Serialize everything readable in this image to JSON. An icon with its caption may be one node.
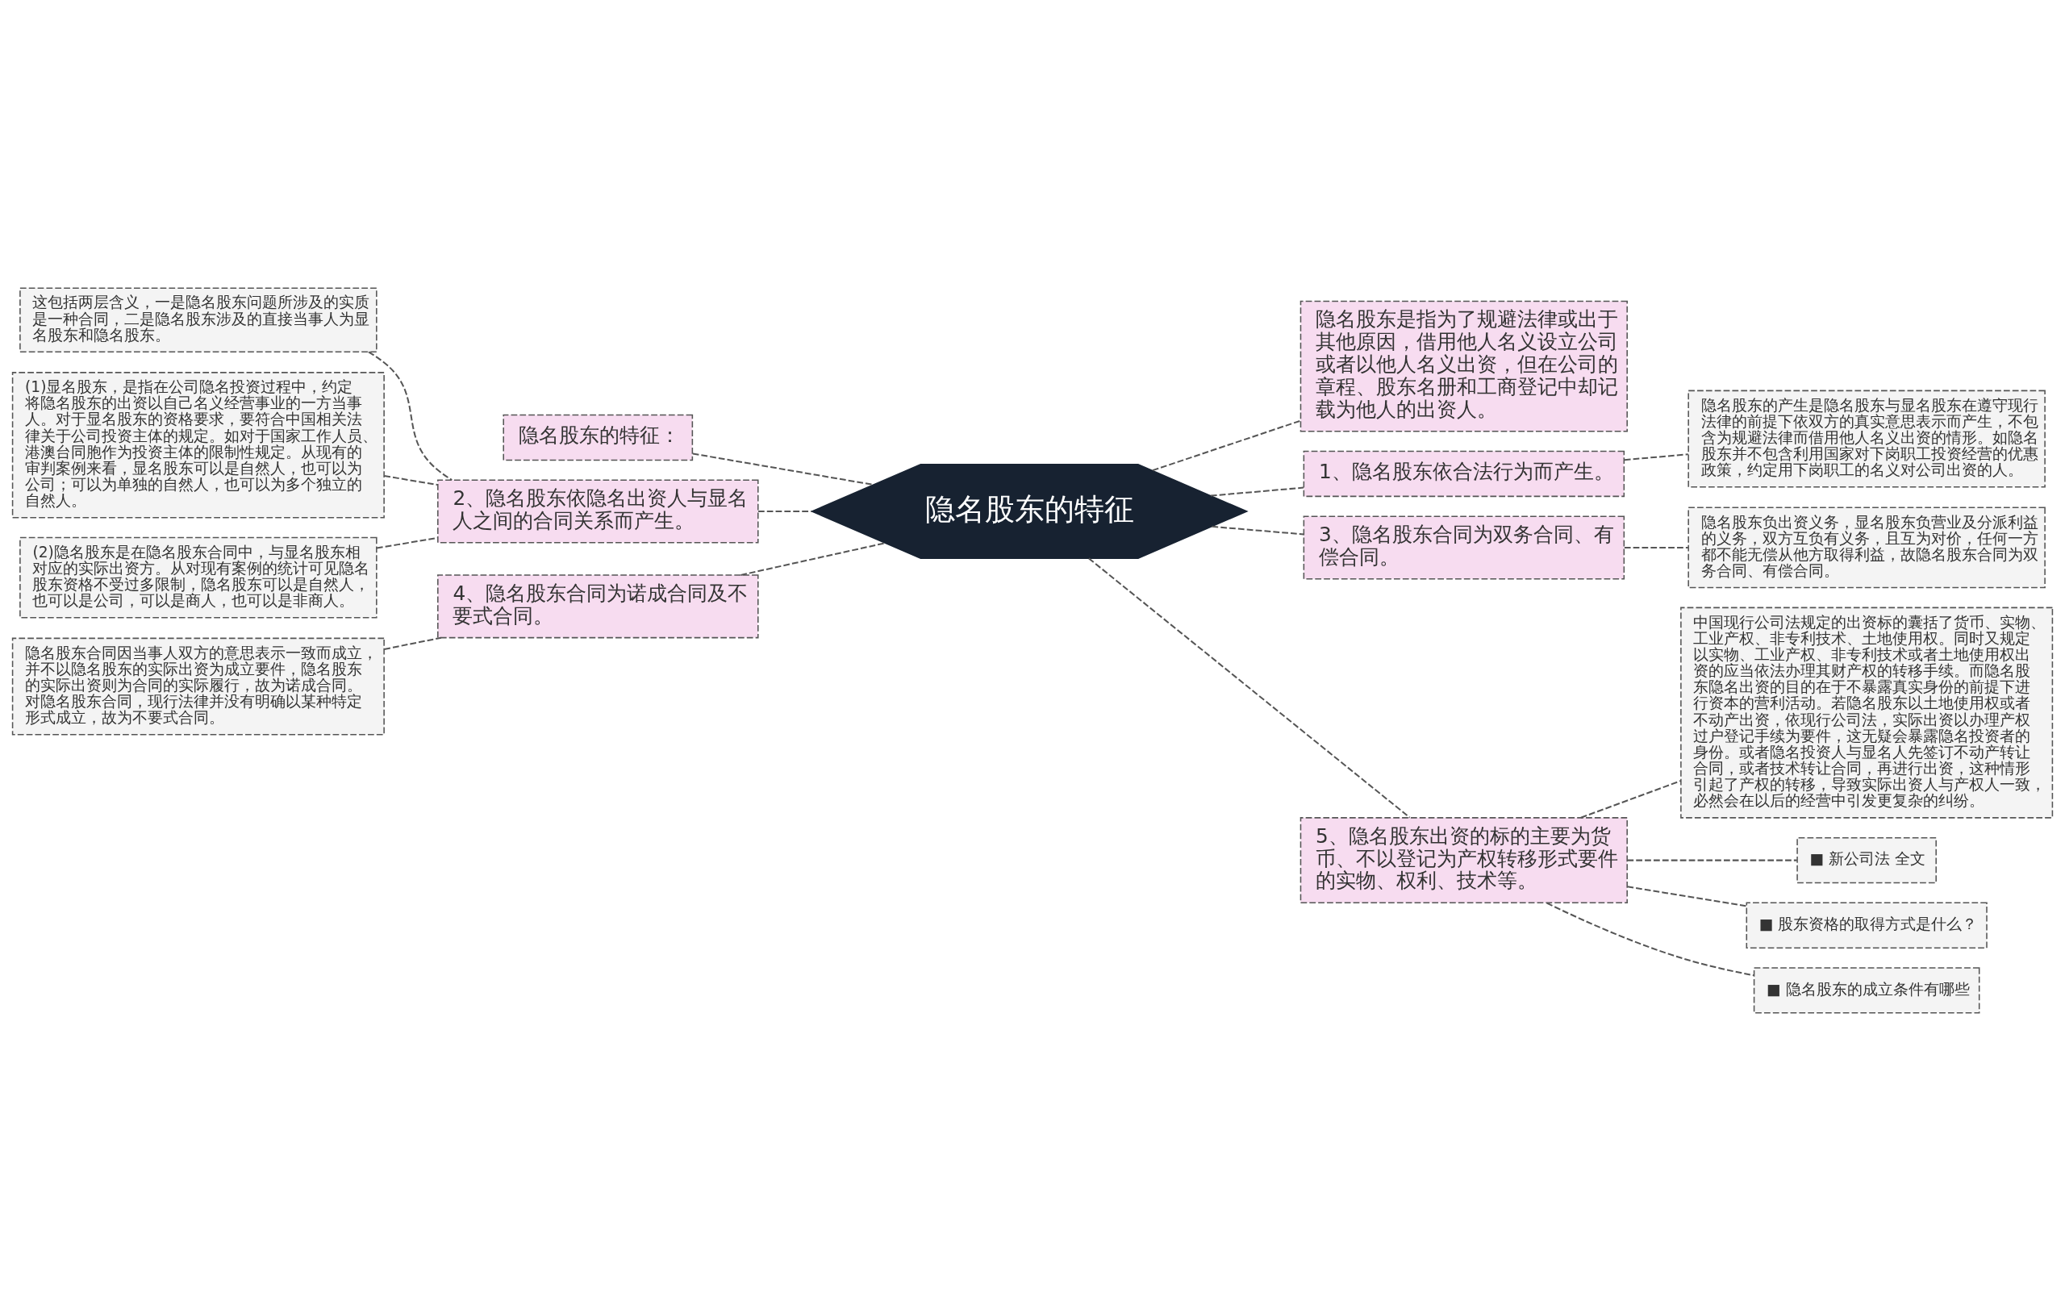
{
  "diagram": {
    "nodes": [
      {
        "text": [
          "隐名股东的特征"
        ]
      },
      {
        "text": [
          "隐名股东的特征："
        ]
      },
      {
        "text": [
          "2、隐名股东依隐名出资人与显名人之间的合同关系而产生。"
        ]
      },
      {
        "text": [
          "这包括两层含义，一是隐名股东问题所涉及的实质是一种合同，二是隐名股东涉及的直接当事人为显名股东和隐名股东。"
        ]
      },
      {
        "text": [
          "(1)显名股东，是指在公司隐名投资过程中，约定将隐名股东的出资以自己名义经营事业的一方当事人。对于显名股东的资格要求，要符合中国相关法律关于公司投资主体的规定。如对于国家工作人员、港澳台同胞作为投资主体的限制性规定。从现有的审判案例来看，显名股东可以是自然人，也可以为公司；可以为单独的自然人，也可以为多个独立的自然人。"
        ]
      },
      {
        "text": [
          "(2)隐名股东是在隐名股东合同中，与显名股东相对应的实际出资方。从对现有案例的统计可见隐名股东资格不受过多限制，隐名股东可以是自然人，也可以是公司，可以是商人，也可以是非商人。"
        ]
      },
      {
        "text": [
          "4、隐名股东合同为诺成合同及不要式合同。"
        ]
      },
      {
        "text": [
          "隐名股东合同因当事人双方的意思表示一致而成立，并不以隐名股东的实际出资为成立要件，隐名股东的实际出资则为合同的实际履行，故为诺成合同。对隐名股东合同，现行法律并没有明确以某种特定形式成立，故为不要式合同。"
        ]
      },
      {
        "text": [
          "隐名股东是指为了规避法律或出于其他原因，借用他人名义设立公司或者以他人名义出资，但在公司的章程、股东名册和工商登记中却记载为他人的出资人。"
        ]
      },
      {
        "text": [
          "1、隐名股东依合法行为而产生。"
        ]
      },
      {
        "text": [
          "隐名股东的产生是隐名股东与显名股东在遵守现行法律的前提下依双方的真实意思表示而产生，不包含为规避法律而借用他人名义出资的情形。如隐名股东并不包含利用国家对下岗职工投资经营的优惠政策，约定用下岗职工的名义对公司出资的人。"
        ]
      },
      {
        "text": [
          "3、隐名股东合同为双务合同、有偿合同。"
        ]
      },
      {
        "text": [
          "隐名股东负出资义务，显名股东负营业及分派利益的义务，双方互负有义务，且互为对价，任何一方都不能无偿从他方取得利益，故隐名股东合同为双务合同、有偿合同。"
        ]
      },
      {
        "text": [
          "5、隐名股东出资的标的主要为货币、不以登记为产权转移形式要件的实物、权利、技术等。"
        ]
      },
      {
        "text": [
          "中国现行公司法规定的出资标的囊括了货币、实物、工业产权、非专利技术、土地使用权。同时又规定以实物、工业产权、非专利技术或者土地使用权出资的应当依法办理其财产权的转移手续。而隐名股东隐名出资的目的在于不暴露真实身份的前提下进行资本的营利活动。若隐名股东以土地使用权或者不动产出资，依现行公司法，实际出资以办理产权过户登记手续为要件，这无疑会暴露隐名投资者的身份。或者隐名投资人与显名人先签订不动产转让合同，或者技术转让合同，再进行出资，这种情形引起了产权的转移，导致实际出资人与产权人一致，必然会在以后的经营中引发更复杂的纠纷。"
        ]
      },
      {
        "text": [
          "■ 新公司法 全文"
        ]
      },
      {
        "text": [
          "■ 股东资格的取得方式是什么？"
        ]
      },
      {
        "text": [
          "■ 隐名股东的成立条件有哪些"
        ]
      }
    ],
    "edges": [
      {
        "from": 1,
        "to": 0,
        "arrow": "none",
        "style": "dashed"
      },
      {
        "from": 2,
        "to": 0,
        "arrow": "none",
        "style": "dashed"
      },
      {
        "from": 3,
        "to": 2,
        "arrow": "none",
        "style": "dashed"
      },
      {
        "from": 4,
        "to": 2,
        "arrow": "none",
        "style": "dashed"
      },
      {
        "from": 5,
        "to": 2,
        "arrow": "none",
        "style": "dashed"
      },
      {
        "from": 6,
        "to": 0,
        "arrow": "none",
        "style": "dashed"
      },
      {
        "from": 7,
        "to": 6,
        "arrow": "none",
        "style": "dashed"
      },
      {
        "from": 0,
        "to": 8,
        "arrow": "none",
        "style": "dashed"
      },
      {
        "from": 0,
        "to": 9,
        "arrow": "none",
        "style": "dashed"
      },
      {
        "from": 9,
        "to": 10,
        "arrow": "none",
        "style": "dashed"
      },
      {
        "from": 0,
        "to": 11,
        "arrow": "none",
        "style": "dashed"
      },
      {
        "from": 11,
        "to": 12,
        "arrow": "none",
        "style": "dashed"
      },
      {
        "from": 0,
        "to": 13,
        "arrow": "none",
        "style": "dashed"
      },
      {
        "from": 13,
        "to": 14,
        "arrow": "none",
        "style": "dashed"
      },
      {
        "from": 13,
        "to": 15,
        "arrow": "none",
        "style": "dashed"
      },
      {
        "from": 13,
        "to": 16,
        "arrow": "none",
        "style": "dashed"
      },
      {
        "from": 13,
        "to": 17,
        "arrow": "none",
        "style": "dashed"
      }
    ]
  }
}
